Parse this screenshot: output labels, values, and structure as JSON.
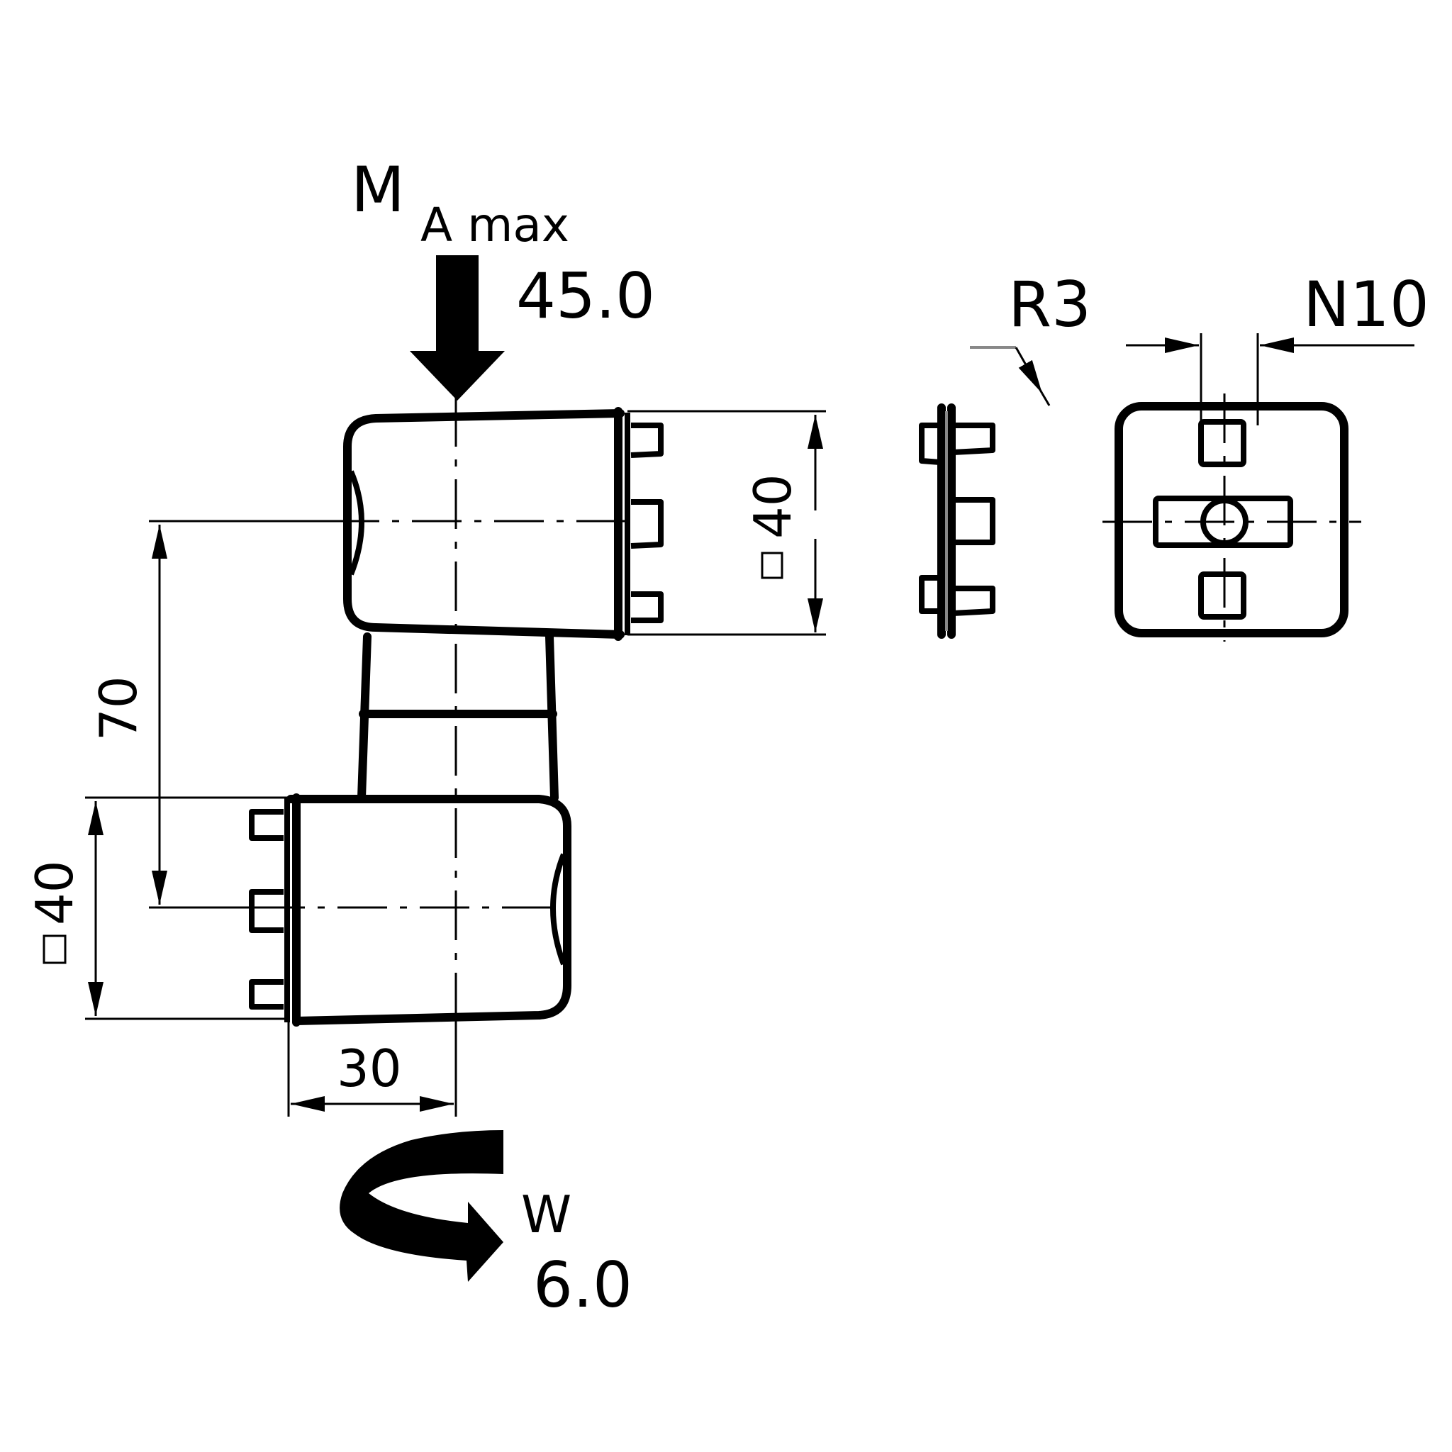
{
  "diagram": {
    "title": "Angle joint clamp drawing",
    "colors": {
      "line": "#000000",
      "background": "#ffffff"
    },
    "load_label": {
      "symbol": "M",
      "subscript": "A max",
      "value": "45.0"
    },
    "torque_label": {
      "symbol": "W",
      "value": "6.0"
    },
    "dimensions": {
      "upper_square": {
        "prefix": "□",
        "value": "40"
      },
      "lower_square": {
        "prefix": "□",
        "value": "40"
      },
      "center_distance": {
        "value": "70"
      },
      "offset": {
        "value": "30"
      },
      "corner_radius": {
        "value": "R3"
      },
      "slot_width": {
        "value": "N10"
      }
    },
    "views": [
      {
        "name": "front-view",
        "parts": [
          "upper-clamp-body",
          "lower-clamp-body",
          "neck"
        ]
      },
      {
        "name": "side-view-plate"
      },
      {
        "name": "end-view-square"
      }
    ]
  }
}
